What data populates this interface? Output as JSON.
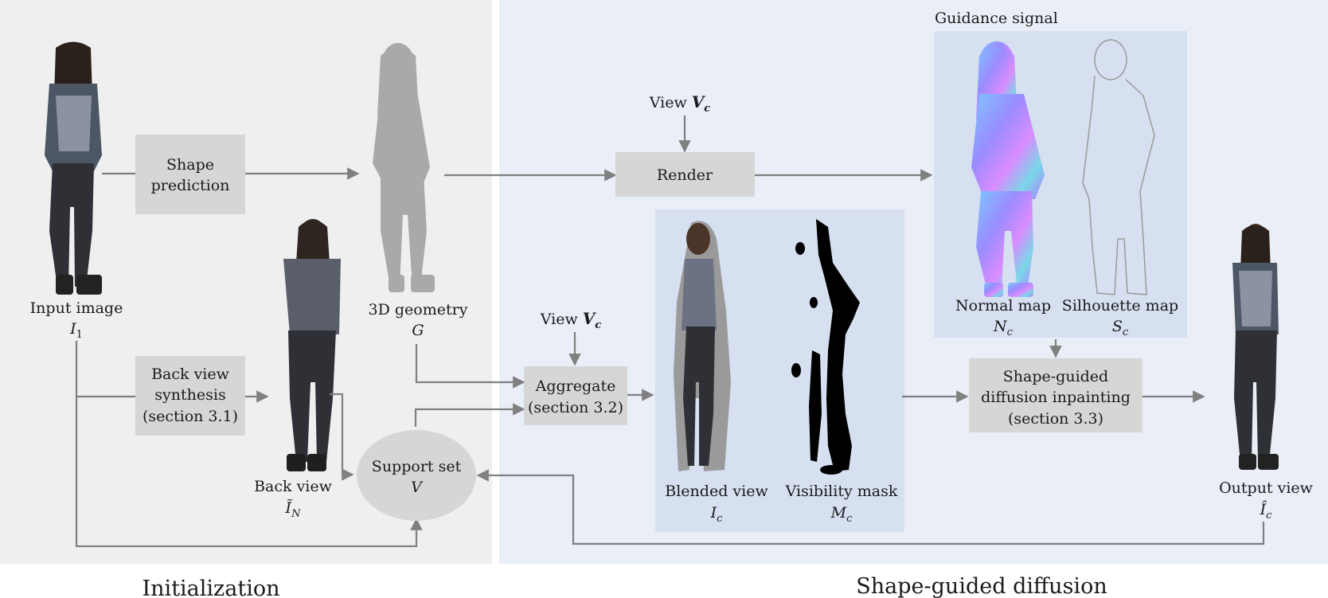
{
  "sections": {
    "initialization": "Initialization",
    "shape_guided": "Shape-guided diffusion"
  },
  "nodes": {
    "input_image": {
      "label": "Input image",
      "symbol": "I",
      "subscript": "1"
    },
    "shape_prediction": {
      "line1": "Shape",
      "line2": "prediction"
    },
    "geometry": {
      "label": "3D geometry",
      "symbol": "G"
    },
    "back_view_synthesis": {
      "line1": "Back view",
      "line2": "synthesis",
      "line3": "(section 3.1)"
    },
    "back_view": {
      "label": "Back view",
      "symbol": "Ĩ",
      "subscript": "N"
    },
    "support_set": {
      "label": "Support set",
      "symbol": "V"
    },
    "view_top": {
      "label": "View",
      "symbol": "V",
      "subscript": "c"
    },
    "view_mid": {
      "label": "View",
      "symbol": "V",
      "subscript": "c"
    },
    "render": {
      "label": "Render"
    },
    "aggregate": {
      "line1": "Aggregate",
      "line2": "(section 3.2)"
    },
    "guidance_signal": {
      "label": "Guidance signal"
    },
    "normal_map": {
      "label": "Normal map",
      "symbol": "N",
      "subscript": "c"
    },
    "silhouette_map": {
      "label": "Silhouette map",
      "symbol": "S",
      "subscript": "c"
    },
    "blended_view": {
      "label": "Blended view",
      "symbol": "I",
      "subscript": "c"
    },
    "visibility_mask": {
      "label": "Visibility mask",
      "symbol": "M",
      "subscript": "c"
    },
    "inpainting": {
      "line1": "Shape-guided",
      "line2": "diffusion inpainting",
      "line3": "(section 3.3)"
    },
    "output_view": {
      "label": "Output view",
      "symbol": "Î",
      "subscript": "c"
    }
  },
  "colors": {
    "init_panel": "#efefef",
    "diffusion_panel": "#e9eef7",
    "inner_panel": "#d6e0f1",
    "box": "#d6d6d6",
    "wire": "#808080",
    "figure_gray": "#a9a9a9"
  }
}
